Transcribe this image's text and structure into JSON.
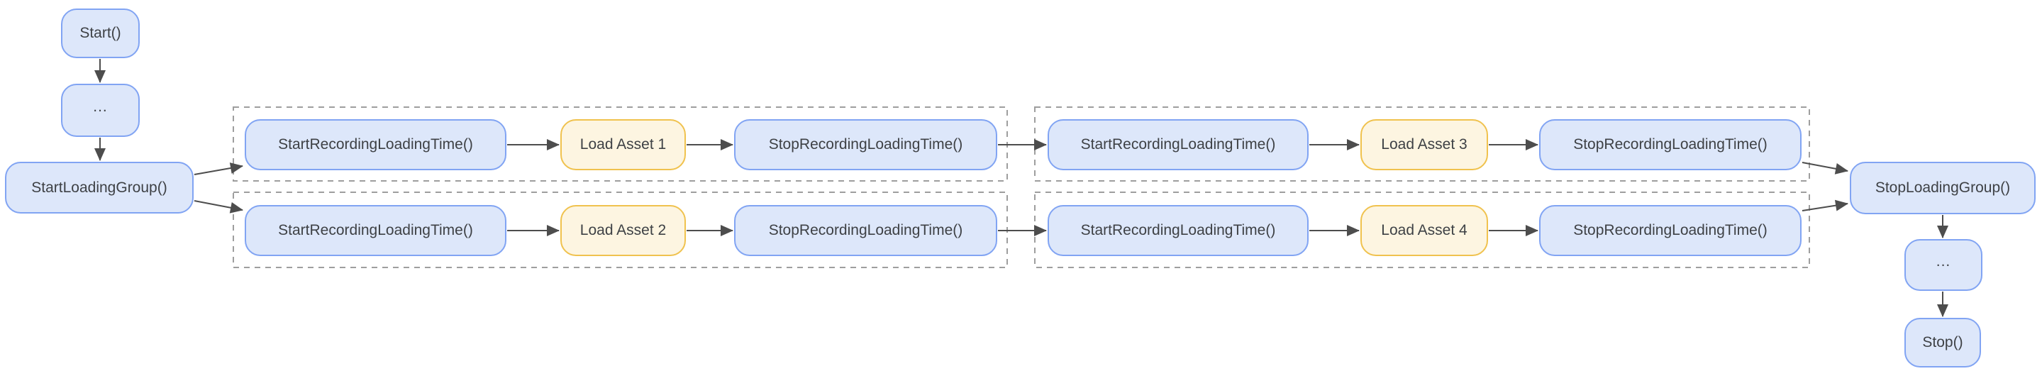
{
  "diagram": {
    "type": "flowchart",
    "description": "Parallel asset loading timeline instrumentation flow",
    "colors": {
      "node_blue_fill": "#dde7fa",
      "node_blue_border": "#81a4f3",
      "node_yellow_fill": "#fdf5e1",
      "node_yellow_border": "#f0c24e",
      "group_outline": "#9e9e9e",
      "arrow": "#4d4d4d",
      "text": "#3e4145",
      "background": "#ffffff"
    },
    "nodes": {
      "start": {
        "label": "Start()"
      },
      "ellipsis_before": {
        "label": "..."
      },
      "start_loading_group": {
        "label": "StartLoadingGroup()"
      },
      "track1_start_recording_a": {
        "label": "StartRecordingLoadingTime()"
      },
      "track1_load_asset_1": {
        "label": "Load Asset 1"
      },
      "track1_stop_recording_a": {
        "label": "StopRecordingLoadingTime()"
      },
      "track2_start_recording_a": {
        "label": "StartRecordingLoadingTime()"
      },
      "track2_load_asset_2": {
        "label": "Load Asset 2"
      },
      "track2_stop_recording_a": {
        "label": "StopRecordingLoadingTime()"
      },
      "track1_start_recording_b": {
        "label": "StartRecordingLoadingTime()"
      },
      "track1_load_asset_3": {
        "label": "Load Asset 3"
      },
      "track1_stop_recording_b": {
        "label": "StopRecordingLoadingTime()"
      },
      "track2_start_recording_b": {
        "label": "StartRecordingLoadingTime()"
      },
      "track2_load_asset_4": {
        "label": "Load Asset 4"
      },
      "track2_stop_recording_b": {
        "label": "StopRecordingLoadingTime()"
      },
      "stop_loading_group": {
        "label": "StopLoadingGroup()"
      },
      "ellipsis_after": {
        "label": "..."
      },
      "stop": {
        "label": "Stop()"
      }
    },
    "groups": [
      {
        "id": "group1_track1",
        "contains": [
          "track1_start_recording_a",
          "track1_load_asset_1",
          "track1_stop_recording_a"
        ]
      },
      {
        "id": "group1_track2",
        "contains": [
          "track2_start_recording_a",
          "track2_load_asset_2",
          "track2_stop_recording_a"
        ]
      },
      {
        "id": "group2_track1",
        "contains": [
          "track1_start_recording_b",
          "track1_load_asset_3",
          "track1_stop_recording_b"
        ]
      },
      {
        "id": "group2_track2",
        "contains": [
          "track2_start_recording_b",
          "track2_load_asset_4",
          "track2_stop_recording_b"
        ]
      }
    ],
    "edges": [
      {
        "from": "start",
        "to": "ellipsis_before"
      },
      {
        "from": "ellipsis_before",
        "to": "start_loading_group"
      },
      {
        "from": "start_loading_group",
        "to": "track1_start_recording_a"
      },
      {
        "from": "start_loading_group",
        "to": "track2_start_recording_a"
      },
      {
        "from": "track1_start_recording_a",
        "to": "track1_load_asset_1"
      },
      {
        "from": "track1_load_asset_1",
        "to": "track1_stop_recording_a"
      },
      {
        "from": "track1_stop_recording_a",
        "to": "track1_start_recording_b"
      },
      {
        "from": "track1_start_recording_b",
        "to": "track1_load_asset_3"
      },
      {
        "from": "track1_load_asset_3",
        "to": "track1_stop_recording_b"
      },
      {
        "from": "track2_start_recording_a",
        "to": "track2_load_asset_2"
      },
      {
        "from": "track2_load_asset_2",
        "to": "track2_stop_recording_a"
      },
      {
        "from": "track2_stop_recording_a",
        "to": "track2_start_recording_b"
      },
      {
        "from": "track2_start_recording_b",
        "to": "track2_load_asset_4"
      },
      {
        "from": "track2_load_asset_4",
        "to": "track2_stop_recording_b"
      },
      {
        "from": "track1_stop_recording_b",
        "to": "stop_loading_group"
      },
      {
        "from": "track2_stop_recording_b",
        "to": "stop_loading_group"
      },
      {
        "from": "stop_loading_group",
        "to": "ellipsis_after"
      },
      {
        "from": "ellipsis_after",
        "to": "stop"
      }
    ]
  }
}
